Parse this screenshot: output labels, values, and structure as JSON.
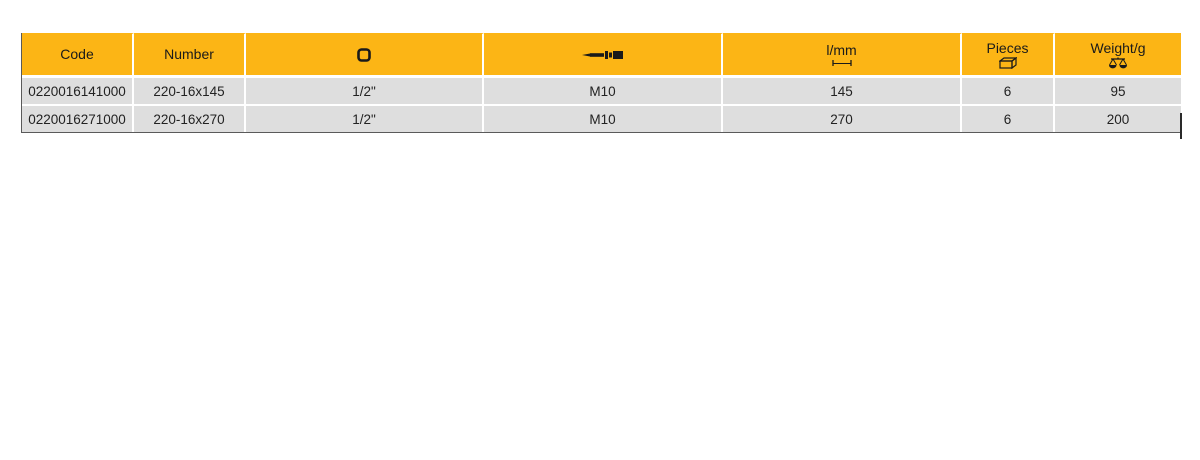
{
  "table": {
    "headers": {
      "code": "Code",
      "number": "Number",
      "square_drive_icon": "square-drive-icon",
      "thread_icon": "threaded-bolt-icon",
      "length": "l/mm",
      "length_icon": "length-dimension-icon",
      "pieces": "Pieces",
      "pieces_icon": "box-icon",
      "weight": "Weight/g",
      "weight_icon": "scale-icon"
    },
    "rows": [
      {
        "code": "0220016141000",
        "number": "220-16x145",
        "drive": "1/2\"",
        "thread": "M10",
        "length": "145",
        "pieces": "6",
        "weight": "95"
      },
      {
        "code": "0220016271000",
        "number": "220-16x270",
        "drive": "1/2\"",
        "thread": "M10",
        "length": "270",
        "pieces": "6",
        "weight": "200"
      }
    ]
  },
  "colors": {
    "header_bg": "#fcb515",
    "row_bg": "#dedede",
    "divider": "#ffffff",
    "border": "#5a5a5a"
  }
}
